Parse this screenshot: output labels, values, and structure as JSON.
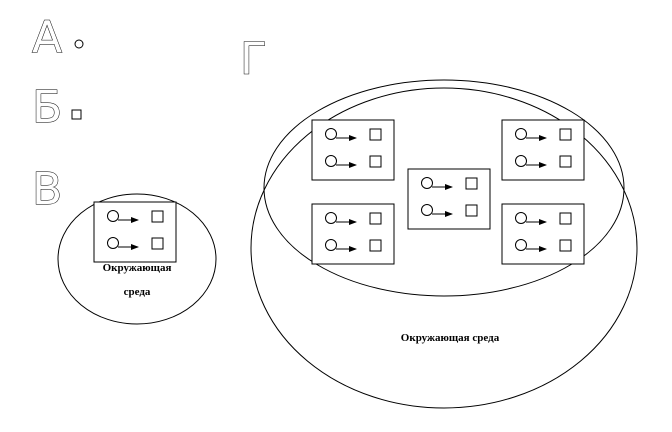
{
  "labels": {
    "a": "А",
    "b": "Б",
    "v": "В",
    "g": "Г"
  },
  "environment_small": {
    "line1": "Окружающая",
    "line2": "среда"
  },
  "environment_large": {
    "text": "Окружающая  среда"
  },
  "colors": {
    "stroke": "#000000",
    "background": "#ffffff"
  }
}
